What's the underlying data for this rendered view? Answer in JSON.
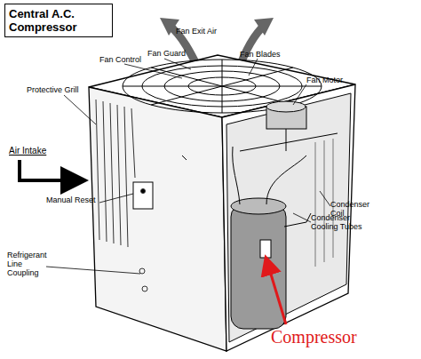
{
  "diagram": {
    "title": "Central A.C. Compressor",
    "labels": [
      "Fan Exit Air",
      "Fan Control",
      "Fan Guard",
      "Fan Blades",
      "Fan Motor",
      "Protective Grill",
      "Air Intake",
      "Manual Reset",
      "Condenser Coil",
      "Condenser Cooling Tubes",
      "Refrigerant Line Coupling",
      "Compressor"
    ]
  }
}
